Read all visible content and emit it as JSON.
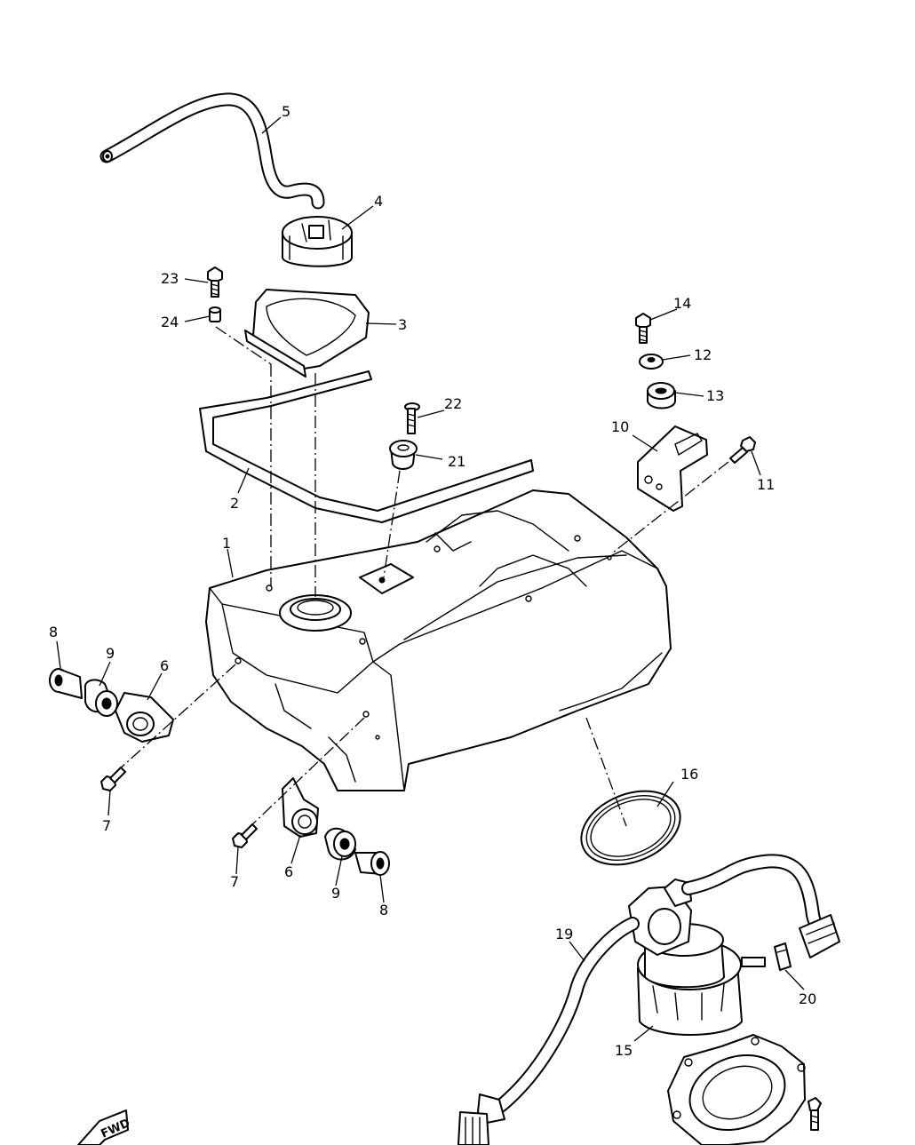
{
  "callouts": {
    "c1": "1",
    "c2": "2",
    "c3": "3",
    "c4": "4",
    "c5": "5",
    "c6a": "6",
    "c6b": "6",
    "c7a": "7",
    "c7b": "7",
    "c8a": "8",
    "c8b": "8",
    "c9a": "9",
    "c9b": "9",
    "c10": "10",
    "c11": "11",
    "c12": "12",
    "c13": "13",
    "c14": "14",
    "c15": "15",
    "c16": "16",
    "c19": "19",
    "c20": "20",
    "c21": "21",
    "c22": "22",
    "c23": "23",
    "c24": "24"
  },
  "fwd_label": "FWD"
}
